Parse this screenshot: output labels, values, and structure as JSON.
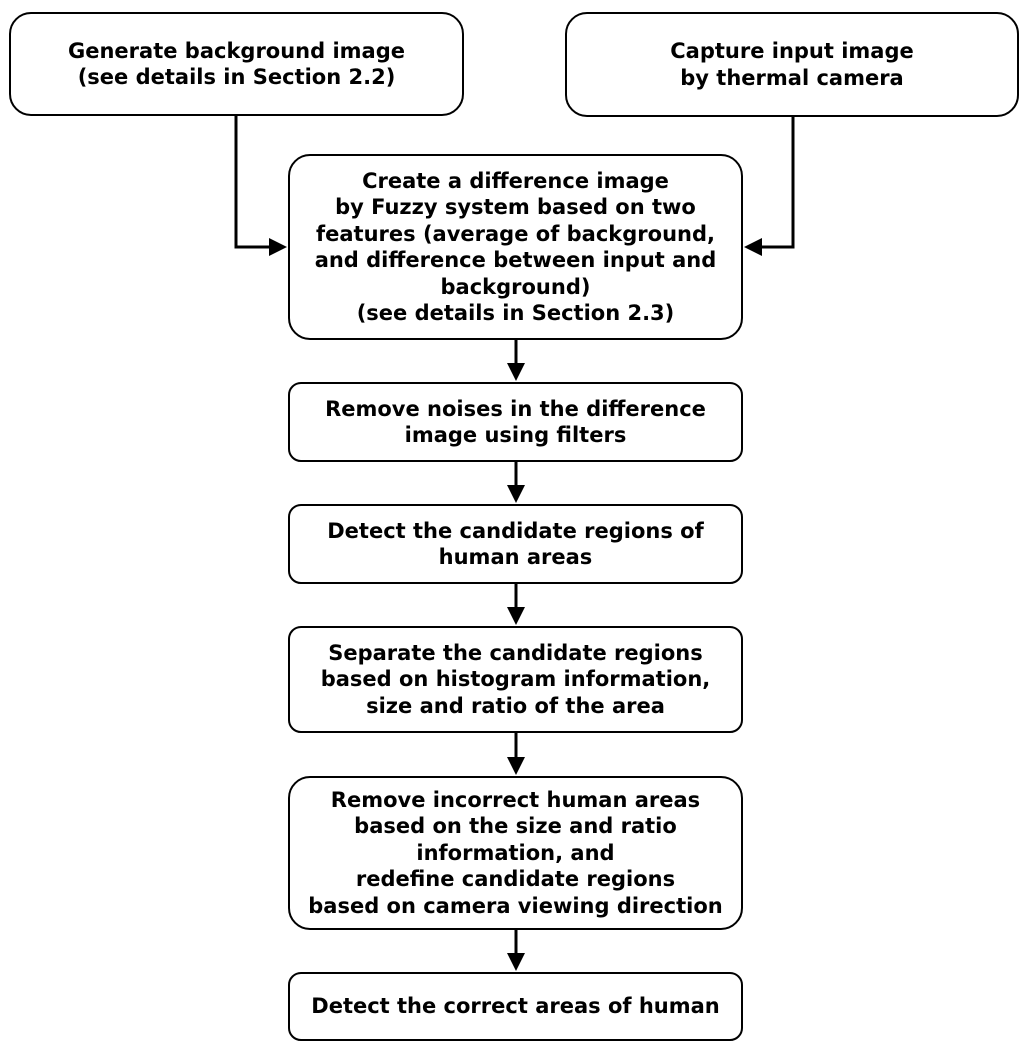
{
  "flowchart": {
    "nodes": [
      {
        "id": "generate-background",
        "text": "Generate background image\n(see details in Section 2.2)"
      },
      {
        "id": "capture-input",
        "text": "Capture input image\nby thermal camera"
      },
      {
        "id": "create-difference",
        "text": "Create a difference image\nby Fuzzy system based on two\nfeatures (average of background,\nand difference between input and\nbackground)\n(see details in Section 2.3)"
      },
      {
        "id": "remove-noises",
        "text": "Remove noises in the difference\nimage using filters"
      },
      {
        "id": "detect-candidates",
        "text": "Detect the candidate regions of\nhuman areas"
      },
      {
        "id": "separate-candidates",
        "text": "Separate the candidate regions\nbased on histogram information,\nsize and ratio of the area"
      },
      {
        "id": "remove-incorrect",
        "text": "Remove incorrect human areas\nbased on the size and ratio\ninformation, and\nredefine candidate regions\nbased on camera viewing direction"
      },
      {
        "id": "detect-correct",
        "text": "Detect the correct areas of human"
      }
    ],
    "edges": [
      {
        "from": "generate-background",
        "to": "create-difference"
      },
      {
        "from": "capture-input",
        "to": "create-difference"
      },
      {
        "from": "create-difference",
        "to": "remove-noises"
      },
      {
        "from": "remove-noises",
        "to": "detect-candidates"
      },
      {
        "from": "detect-candidates",
        "to": "separate-candidates"
      },
      {
        "from": "separate-candidates",
        "to": "remove-incorrect"
      },
      {
        "from": "remove-incorrect",
        "to": "detect-correct"
      }
    ]
  }
}
